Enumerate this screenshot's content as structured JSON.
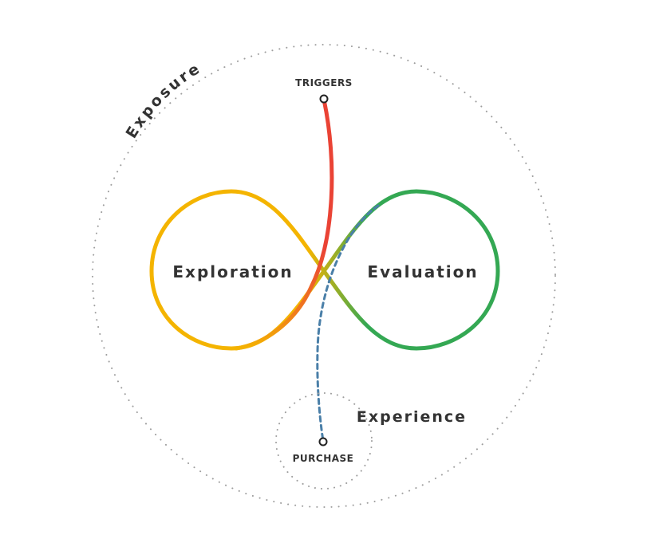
{
  "labels": {
    "exposure": "Exposure",
    "triggers": "TRIGGERS",
    "exploration": "Exploration",
    "evaluation": "Evaluation",
    "experience": "Experience",
    "purchase": "PURCHASE"
  },
  "colors": {
    "exploration_loop": "#F4B400",
    "evaluation_loop": "#34A853",
    "trigger_path": "#EA4335",
    "purchase_path": "#4A7FA8",
    "dotted_outline": "#9E9E9E",
    "text": "#333333"
  }
}
